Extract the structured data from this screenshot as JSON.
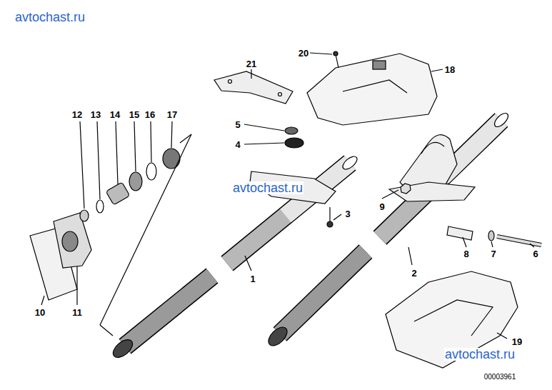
{
  "diagram": {
    "labels": [
      "avtochast.ru",
      "20",
      "21",
      "18",
      "12",
      "13",
      "14",
      "15",
      "16",
      "17",
      "5",
      "4",
      "avtochast.ru",
      "9",
      "3",
      "1",
      "2",
      "8",
      "7",
      "6",
      "10",
      "11",
      "19",
      "avtochast.ru",
      "00003961"
    ]
  }
}
